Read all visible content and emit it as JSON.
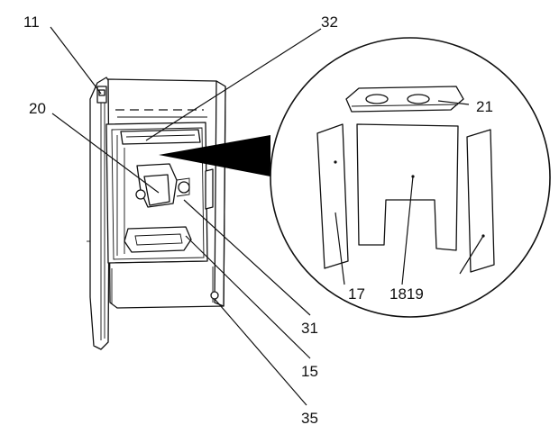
{
  "diagram": {
    "labels": {
      "part_11": "11",
      "part_32": "32",
      "part_20": "20",
      "part_21": "21",
      "part_17": "17",
      "part_1819": "1819",
      "part_31": "31",
      "part_15": "15",
      "part_35": "35"
    },
    "colors": {
      "line": "#111111",
      "background": "#ffffff"
    }
  }
}
